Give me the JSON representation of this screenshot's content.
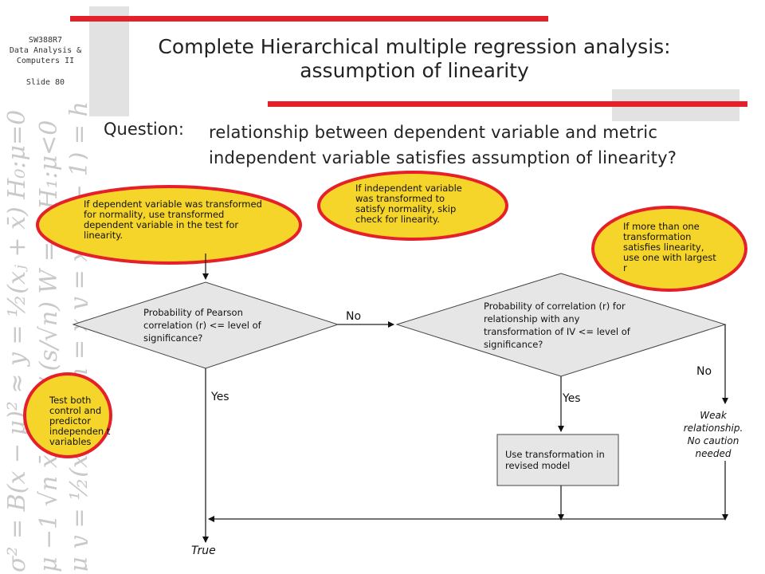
{
  "course": {
    "code": "SW388R7",
    "line1": "Data Analysis &",
    "line2": "Computers II",
    "slide": "Slide 80"
  },
  "title": {
    "line1": "Complete Hierarchical multiple regression analysis:",
    "line2": "assumption of linearity"
  },
  "question": {
    "label": "Question:",
    "line1": "relationship between dependent variable and metric",
    "line2": "independent variable satisfies assumption of linearity?"
  },
  "notes": {
    "dependent_transform": "If dependent variable was transformed for normality, use transformed dependent variable in the test for linearity.",
    "independent_transform": "If independent variable was transformed to satisfy normality, skip check for linearity.",
    "multiple_transforms": "If more than one transformation satisfies linearity, use one with largest r",
    "test_both": "Test both control and predictor independen t variables"
  },
  "flow": {
    "decision1": "Probability of Pearson correlation (r) <= level of significance?",
    "decision2": "Probability of correlation (r) for relationship with any transformation of IV <= level of significance?",
    "no_1": "No",
    "no_2": "No",
    "yes_1": "Yes",
    "yes_2": "Yes",
    "use_transformation": "Use transformation in revised model",
    "weak_relationship": "Weak relationship. No caution needed",
    "true_label": "True"
  },
  "colors": {
    "accent_red": "#e5202a",
    "oval_fill": "#f5d52a",
    "shape_fill": "#e6e6e6",
    "decor_grey": "#e2e2e2"
  }
}
